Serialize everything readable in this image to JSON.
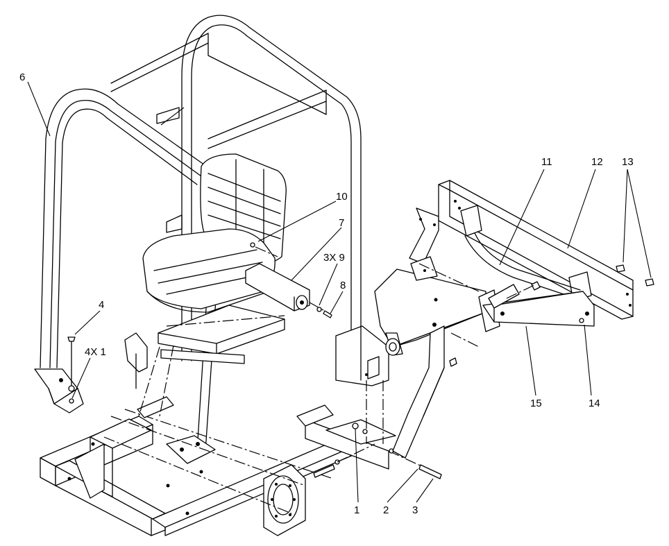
{
  "callouts": {
    "c1": "1",
    "c2": "2",
    "c3": "3",
    "c4": "4",
    "c4x1": "4X 1",
    "c6": "6",
    "c7": "7",
    "c8": "8",
    "c3x9": "3X 9",
    "c10": "10",
    "c11": "11",
    "c12": "12",
    "c13": "13",
    "c14": "14",
    "c15": "15"
  }
}
